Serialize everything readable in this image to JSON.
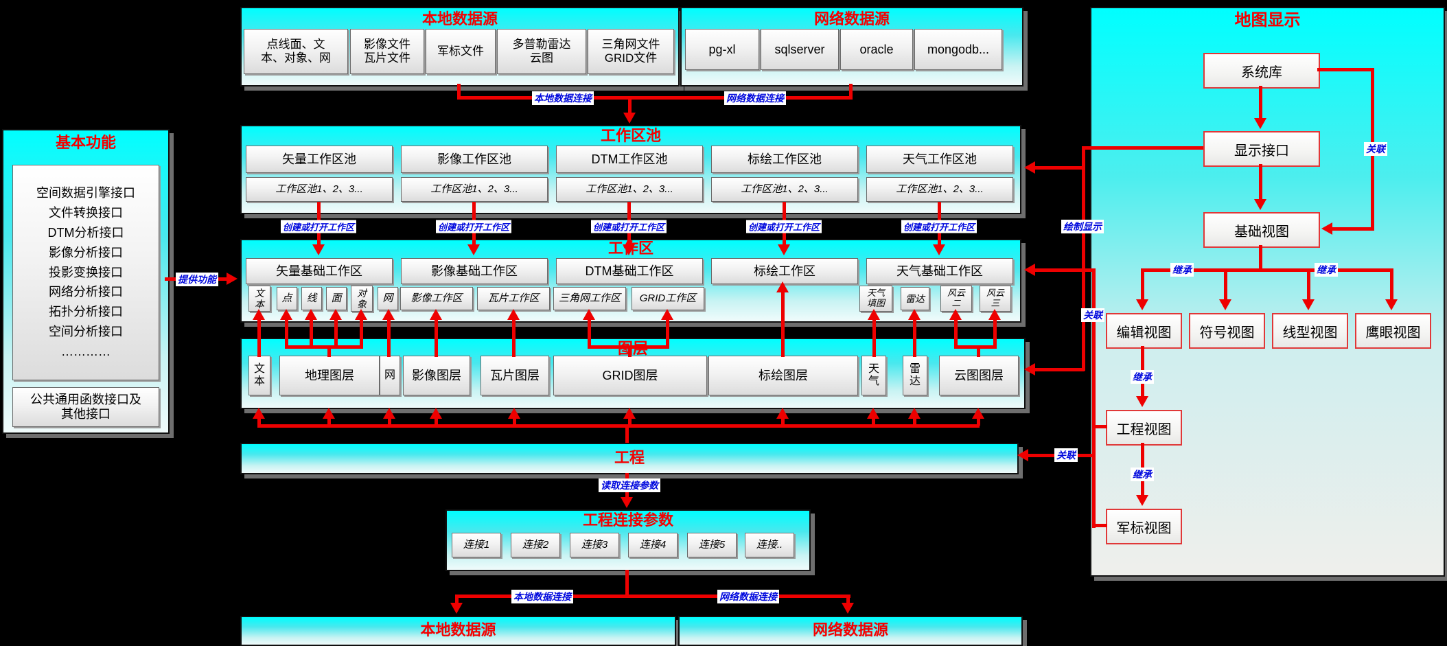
{
  "top_local": {
    "title": "本地数据源",
    "items": [
      "点线面、文\n本、对象、网",
      "影像文件\n瓦片文件",
      "军标文件",
      "多普勒雷达\n云图",
      "三角网文件\nGRID文件"
    ]
  },
  "top_net": {
    "title": "网络数据源",
    "items": [
      "pg-xl",
      "sqlserver",
      "oracle",
      "mongodb..."
    ]
  },
  "basic": {
    "title": "基本功能",
    "functions": "空间数据引擎接口\n文件转换接口\nDTM分析接口\n影像分析接口\n投影变换接口\n网络分析接口\n拓扑分析接口\n空间分析接口\n…………",
    "common": "公共通用函数接口及\n其他接口"
  },
  "pool": {
    "title": "工作区池",
    "cols": [
      "矢量工作区池",
      "影像工作区池",
      "DTM工作区池",
      "标绘工作区池",
      "天气工作区池"
    ],
    "instances": "工作区池1、2、3..."
  },
  "workspace": {
    "title": "工作区",
    "cols": [
      "矢量基础工作区",
      "影像基础工作区",
      "DTM基础工作区",
      "标绘工作区",
      "天气基础工作区"
    ],
    "subs": [
      "文\n本",
      "点",
      "线",
      "面",
      "对\n象",
      "网",
      "影像工作区",
      "瓦片工作区",
      "三角网工作区",
      "GRID工作区",
      "天气\n填图",
      "雷达",
      "风云\n二",
      "风云\n三"
    ]
  },
  "layers": {
    "title": "图层",
    "items": [
      "文\n本",
      "地理图层",
      "网",
      "影像图层",
      "瓦片图层",
      "GRID图层",
      "标绘图层",
      "天\n气",
      "雷\n达",
      "云图图层"
    ]
  },
  "project": {
    "title": "工程"
  },
  "conn_params": {
    "title": "工程连接参数",
    "items": [
      "连接1",
      "连接2",
      "连接3",
      "连接4",
      "连接5",
      "连接.."
    ]
  },
  "bottom_local": {
    "title": "本地数据源"
  },
  "bottom_net": {
    "title": "网络数据源"
  },
  "map": {
    "title": "地图显示",
    "nodes": {
      "syslib": "系统库",
      "display_if": "显示接口",
      "base_view": "基础视图",
      "edit_view": "编辑视图",
      "symbol_view": "符号视图",
      "line_view": "线型视图",
      "eagle_view": "鹰眼视图",
      "project_view": "工程视图",
      "milsym_view": "军标视图"
    }
  },
  "labels": {
    "local_conn": "本地数据连接",
    "net_conn": "网络数据连接",
    "create_open": "创建或打开工作区",
    "provide": "提供功能",
    "read_params": "读取连接参数",
    "draw": "绘制显示",
    "assoc": "关联",
    "inherit": "继承"
  },
  "palette": {
    "connector_red": "#ee0000",
    "label_blue": "#0008dd",
    "title_red": "#f40000",
    "bar_cyan": "#00ffff"
  }
}
